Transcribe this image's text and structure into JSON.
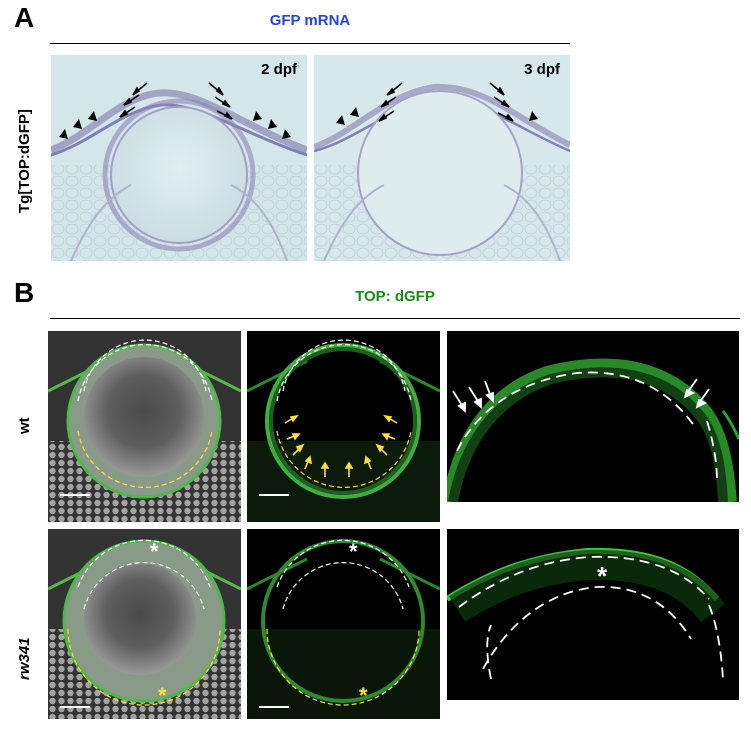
{
  "figure": {
    "panel_a": {
      "letter": "A",
      "header": "GFP mRNA",
      "header_color": "#2444d6",
      "row_label": "Tg[TOP:dGFP]",
      "images": [
        {
          "stage": "2 dpf"
        },
        {
          "stage": "3 dpf"
        }
      ]
    },
    "panel_b": {
      "letter": "B",
      "header": "TOP: dGFP",
      "header_color": "#1a8a1a",
      "rows": [
        {
          "label": "wt"
        },
        {
          "label": "rw341"
        }
      ],
      "asterisk": "*"
    }
  }
}
